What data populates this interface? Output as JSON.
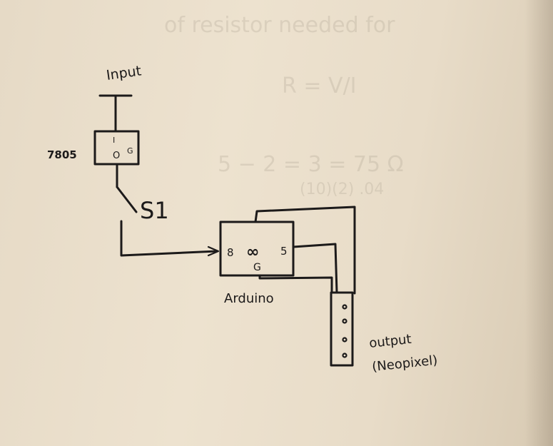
{
  "labels": {
    "input": "Input",
    "regulator": "7805",
    "reg_pin_in": "I",
    "reg_pin_out": "O",
    "reg_pin_gnd": "G",
    "switch": "S1",
    "arduino_pin_8": "8",
    "arduino_symbol": "∞",
    "arduino_pin_5": "5",
    "arduino_pin_gnd": "G",
    "arduino": "Arduino",
    "output_line1": "output",
    "output_line2": "(Neopixel)"
  },
  "bleed_through": {
    "line1": "of resistor needed for",
    "line2": "R = V/I",
    "line3": "5 − 2   =   3   =  75 Ω",
    "line4": "(10)(2)       .04"
  },
  "colors": {
    "ink": "#1c1a1a",
    "paper": "#ede2cf"
  }
}
